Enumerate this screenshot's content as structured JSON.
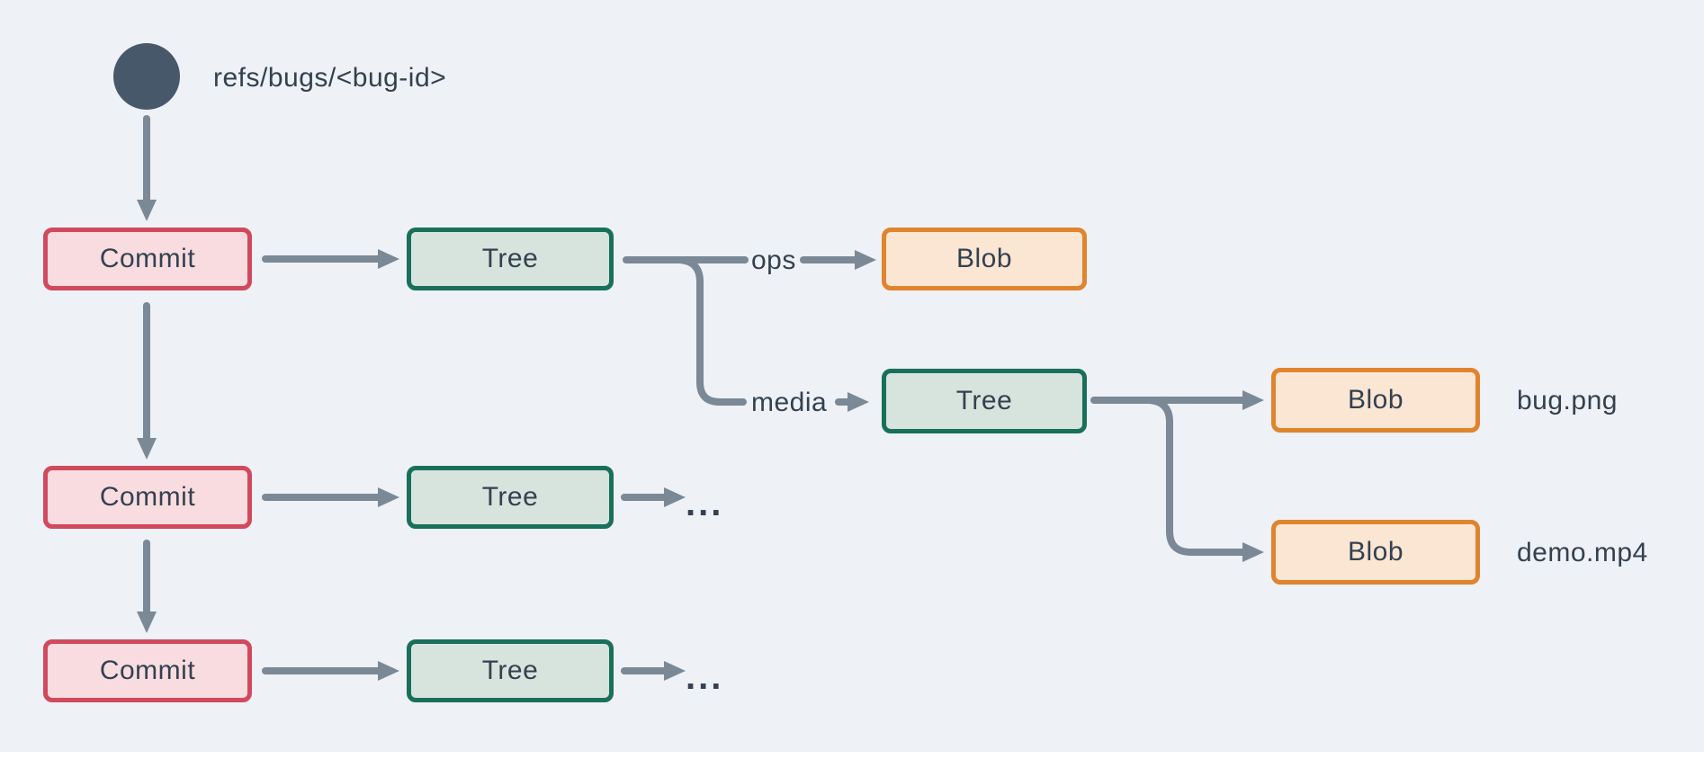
{
  "colors": {
    "background": "#eef1f5",
    "arrow": "#7b8896",
    "text": "#334150",
    "commit_fill": "#f8dce0",
    "commit_border": "#d1495d",
    "tree_fill": "#d7e4de",
    "tree_border": "#19705a",
    "blob_fill": "#fbe6d4",
    "blob_border": "#e0842e",
    "ref_circle": "#47586a"
  },
  "ref": {
    "label": "refs/bugs/<bug-id>"
  },
  "nodes": {
    "commit1": {
      "label": "Commit"
    },
    "commit2": {
      "label": "Commit"
    },
    "commit3": {
      "label": "Commit"
    },
    "tree1": {
      "label": "Tree"
    },
    "tree2": {
      "label": "Tree"
    },
    "tree3": {
      "label": "Tree"
    },
    "tree_media": {
      "label": "Tree"
    },
    "blob_ops": {
      "label": "Blob"
    },
    "blob_bug": {
      "label": "Blob"
    },
    "blob_demo": {
      "label": "Blob"
    }
  },
  "edge_labels": {
    "ops": "ops",
    "media": "media"
  },
  "file_labels": {
    "bug": "bug.png",
    "demo": "demo.mp4"
  },
  "ellipsis": "..."
}
